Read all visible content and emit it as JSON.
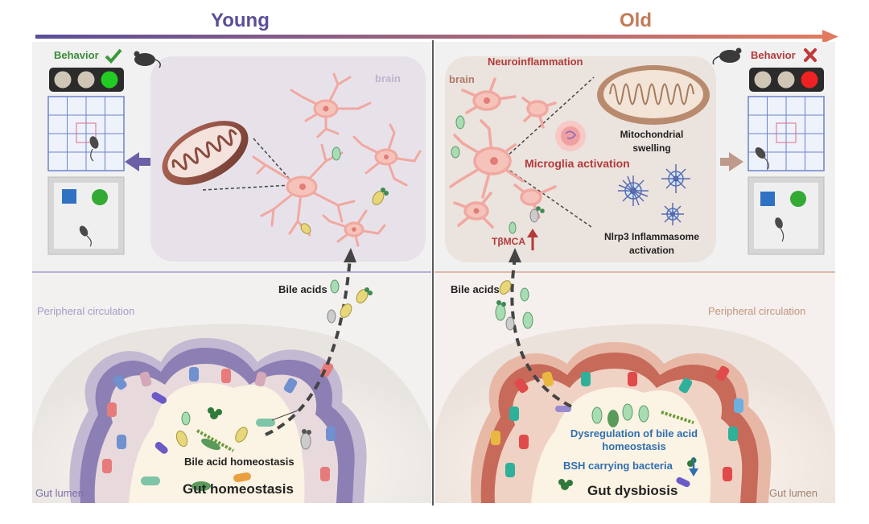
{
  "header": {
    "young": "Young",
    "old": "Old"
  },
  "young_panel": {
    "behavior_label": "Behavior",
    "brain_label": "brain",
    "bile_acids_label": "Bile acids",
    "peripheral_label": "Peripheral circulation",
    "gut_lumen_label": "Gut lumen",
    "bile_acid_homeostasis": "Bile acid homeostasis",
    "gut_homeostasis": "Gut homeostasis"
  },
  "old_panel": {
    "behavior_label": "Behavior",
    "brain_label": "brain",
    "neuroinflammation": "Neuroinflammation",
    "microglia_activation": "Microglia activation",
    "mito_swelling_line1": "Mitochondrial",
    "mito_swelling_line2": "swelling",
    "nlrp3_line1": "Nlrp3 Inflammasome",
    "nlrp3_line2": "activation",
    "tbmca": "TβMCA",
    "bile_acids_label": "Bile acids",
    "peripheral_label": "Peripheral circulation",
    "gut_lumen_label": "Gut lumen",
    "dysregulation_line1": "Dysregulation of bile acid",
    "dysregulation_line2": "homeostasis",
    "bsh_bacteria": "BSH carrying bacteria",
    "gut_dysbiosis": "Gut dysbiosis"
  },
  "colors": {
    "young": "#5b4e9a",
    "old": "#c47a58",
    "dark_red": "#b23a3a",
    "blue_text": "#2f6fb0",
    "green_check": "#3a9a3a",
    "red_cross": "#c03a3a"
  }
}
